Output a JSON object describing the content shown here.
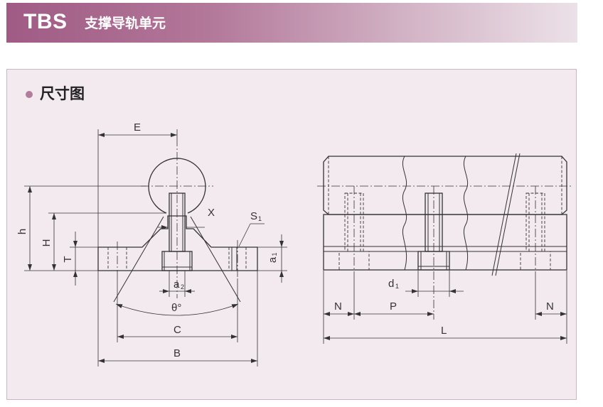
{
  "header": {
    "code": "TBS",
    "name": "支撑导轨单元"
  },
  "section": {
    "title": "尺寸图"
  },
  "drawing": {
    "labels": {
      "E": "E",
      "h": "h",
      "H": "H",
      "T": "T",
      "X": "X",
      "S": "S",
      "S_sub": "1",
      "a1": "a",
      "a1_sub": "1",
      "a2": "a",
      "a2_sub": "2",
      "theta": "θ°",
      "C": "C",
      "B": "B",
      "d": "d",
      "d_sub": "1",
      "N_left": "N",
      "P": "P",
      "N_right": "N",
      "L": "L"
    }
  },
  "colors": {
    "accent": "#a05b84",
    "panel_bg": "#f3eaf0",
    "panel_border": "#cdb6c4"
  }
}
